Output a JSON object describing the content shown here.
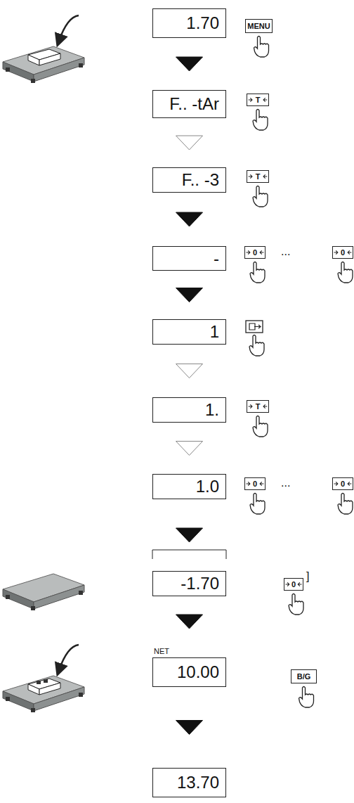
{
  "diagram": {
    "nodes": [
      {
        "text": [
          "1.70"
        ]
      },
      {
        "text": [
          "MENU"
        ]
      },
      {
        "text": [
          "F.. -tAr"
        ]
      },
      {
        "text": [
          "T"
        ]
      },
      {
        "text": [
          "F.. -3"
        ]
      },
      {
        "text": [
          "T"
        ]
      },
      {
        "text": [
          "-"
        ]
      },
      {
        "text": [
          "0"
        ]
      },
      {
        "text": [
          "0"
        ]
      },
      {
        "text": [
          "1"
        ]
      },
      {
        "text": [
          "1."
        ]
      },
      {
        "text": [
          "T"
        ]
      },
      {
        "text": [
          "1.0"
        ]
      },
      {
        "text": [
          "0"
        ]
      },
      {
        "text": [
          "0"
        ]
      },
      {
        "text": [
          "-1.70"
        ]
      },
      {
        "text": [
          "0"
        ]
      },
      {
        "text": [
          "NET",
          "10.00"
        ]
      },
      {
        "text": [
          "B/G"
        ]
      },
      {
        "text": [
          "13.70"
        ]
      }
    ],
    "edges": [
      {
        "from": 0,
        "to": 2,
        "arrow": "to"
      },
      {
        "from": 2,
        "to": 4,
        "arrow": "to"
      },
      {
        "from": 4,
        "to": 6,
        "arrow": "to"
      },
      {
        "from": 6,
        "to": 9,
        "arrow": "to"
      },
      {
        "from": 9,
        "to": 10,
        "arrow": "to"
      },
      {
        "from": 10,
        "to": 12,
        "arrow": "to"
      },
      {
        "from": 12,
        "to": 15,
        "arrow": "to"
      },
      {
        "from": 15,
        "to": 17,
        "arrow": "to"
      },
      {
        "from": 17,
        "to": 19,
        "arrow": "to"
      }
    ],
    "labels": [
      "...",
      "...",
      "]"
    ]
  }
}
